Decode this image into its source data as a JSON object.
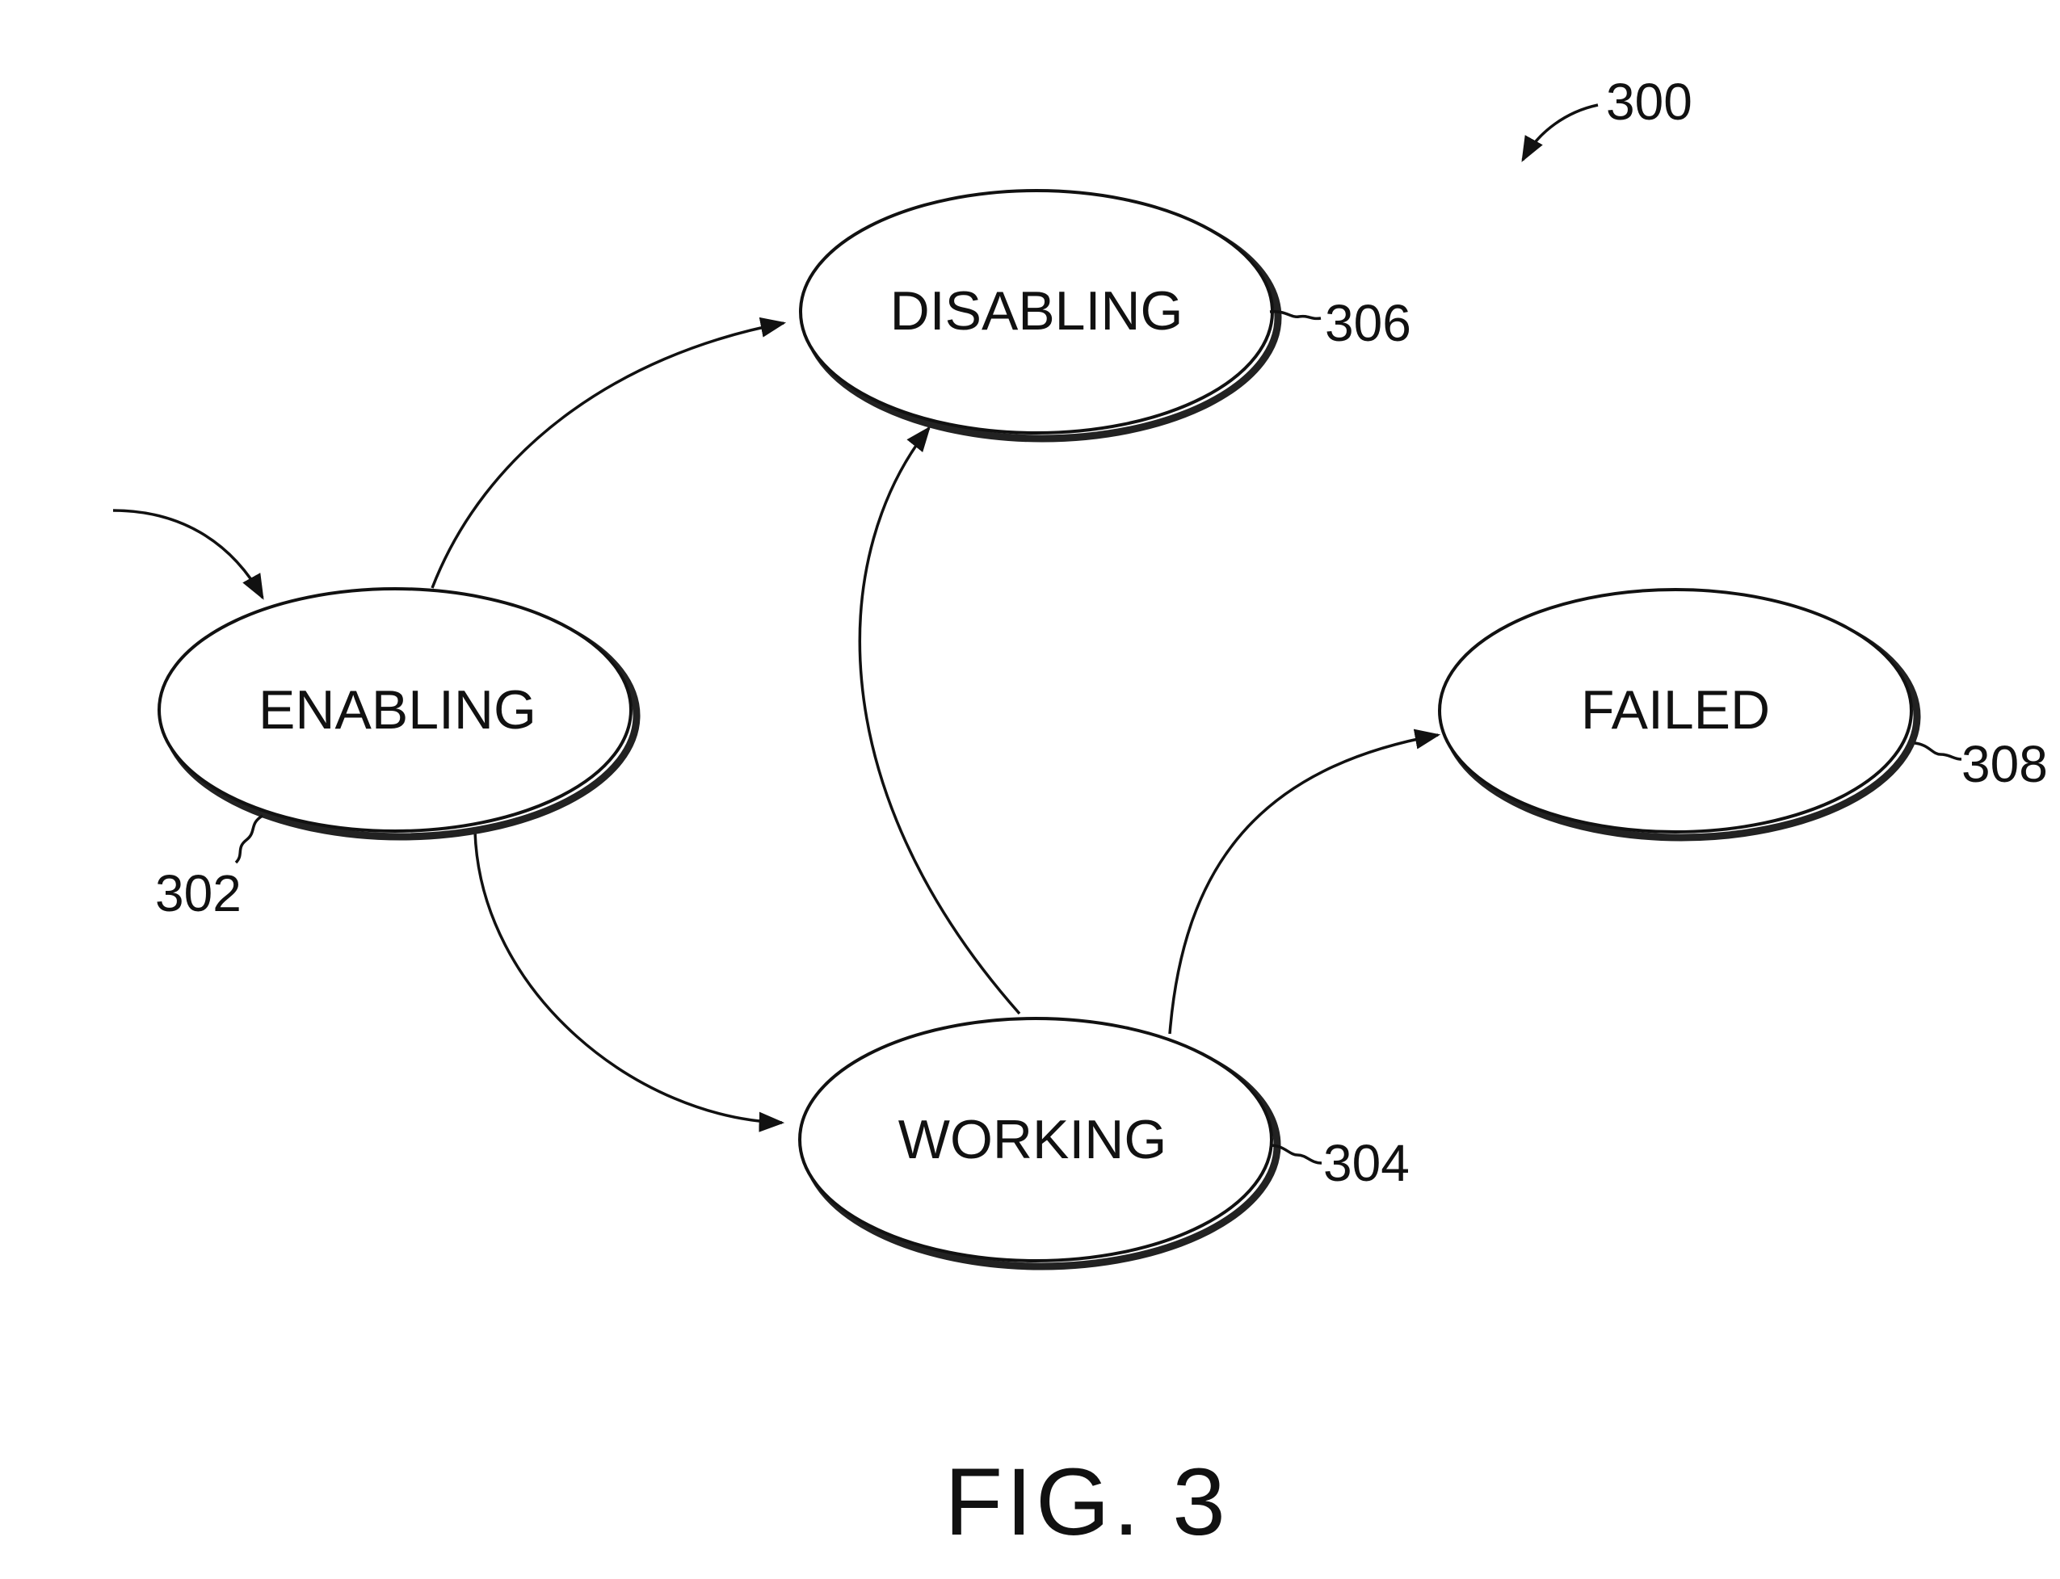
{
  "figure": {
    "label": "FIG. 3",
    "ref": "300"
  },
  "nodes": {
    "enabling": {
      "label": "ENABLING",
      "ref": "302"
    },
    "working": {
      "label": "WORKING",
      "ref": "304"
    },
    "disabling": {
      "label": "DISABLING",
      "ref": "306"
    },
    "failed": {
      "label": "FAILED",
      "ref": "308"
    }
  },
  "transitions": [
    {
      "from": "start",
      "to": "ENABLING"
    },
    {
      "from": "ENABLING",
      "to": "DISABLING"
    },
    {
      "from": "ENABLING",
      "to": "WORKING"
    },
    {
      "from": "WORKING",
      "to": "DISABLING"
    },
    {
      "from": "WORKING",
      "to": "FAILED"
    }
  ]
}
